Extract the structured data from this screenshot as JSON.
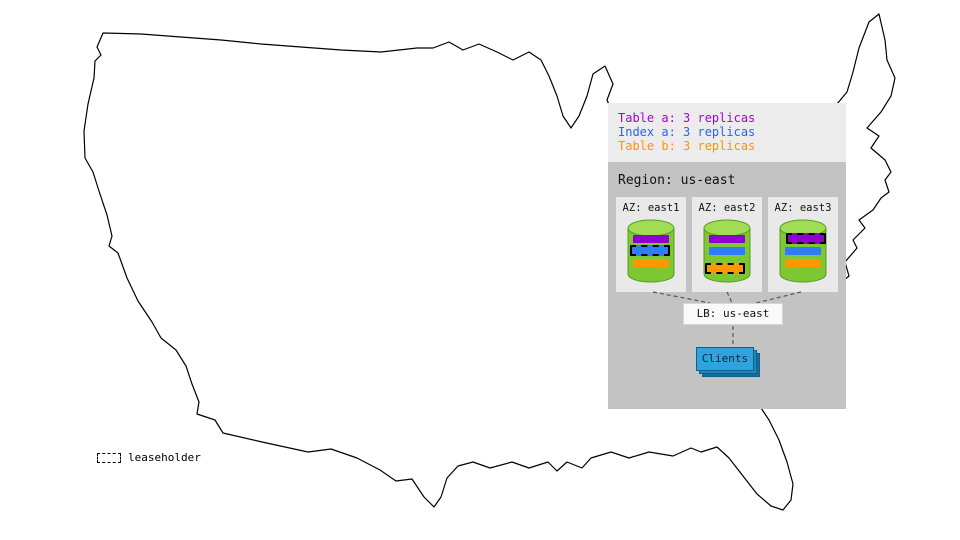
{
  "replica_legend": {
    "items": [
      {
        "label": "Table a: 3 replicas",
        "color": "#a800d8"
      },
      {
        "label": "Index a: 3 replicas",
        "color": "#2962ff"
      },
      {
        "label": "Table b: 3 replicas",
        "color": "#ff9300"
      }
    ]
  },
  "region": {
    "title": "Region: us-east",
    "azs": [
      {
        "label": "AZ: east1",
        "replicas": [
          {
            "name": "table-a",
            "color": "#8f00cf",
            "leaseholder": false
          },
          {
            "name": "index-a",
            "color": "#2e7df6",
            "leaseholder": true
          },
          {
            "name": "table-b",
            "color": "#ff9800",
            "leaseholder": false
          }
        ]
      },
      {
        "label": "AZ: east2",
        "replicas": [
          {
            "name": "table-a",
            "color": "#8f00cf",
            "leaseholder": false
          },
          {
            "name": "index-a",
            "color": "#2e7df6",
            "leaseholder": false
          },
          {
            "name": "table-b",
            "color": "#ff9800",
            "leaseholder": true
          }
        ]
      },
      {
        "label": "AZ: east3",
        "replicas": [
          {
            "name": "table-a",
            "color": "#8f00cf",
            "leaseholder": true
          },
          {
            "name": "index-a",
            "color": "#2e7df6",
            "leaseholder": false
          },
          {
            "name": "table-b",
            "color": "#ff9800",
            "leaseholder": false
          }
        ]
      }
    ],
    "load_balancer": {
      "label": "LB: us-east"
    },
    "clients": {
      "label": "Clients",
      "color": "#2fa3dd"
    }
  },
  "map_legend": {
    "label": "leaseholder"
  },
  "colors": {
    "region_panel": "#c3c3c3",
    "panel_light": "#ececec",
    "az_box": "#e9e9e9",
    "cylinder_body": "#7dc832",
    "cylinder_top": "#a0dd55",
    "connector": "#555555"
  }
}
